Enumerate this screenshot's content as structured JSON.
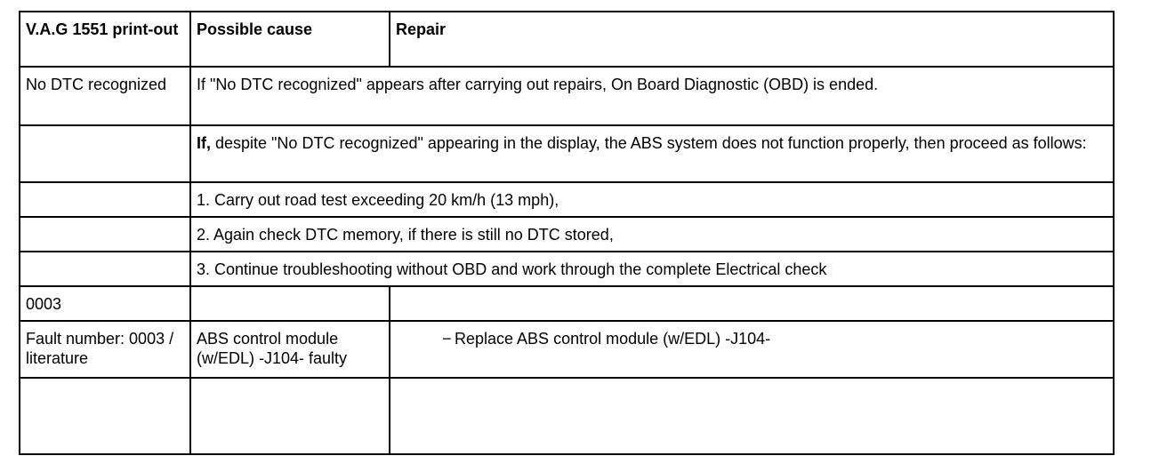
{
  "table": {
    "headers": [
      "V.A.G 1551 print-out",
      "Possible cause",
      "Repair"
    ],
    "no_dtc": {
      "printout": "No DTC recognized",
      "text": "If \"No DTC recognized\" appears after carrying out repairs, On Board Diagnostic (OBD) is ended."
    },
    "if_row": {
      "lead": "If,",
      "text": " despite \"No DTC recognized\" appearing in the display, the ABS system does not function properly, then proceed as follows:"
    },
    "steps": [
      "1. Carry out road test exceeding 20 km/h (13 mph),",
      "2. Again check DTC memory, if there is still no DTC stored,",
      "3. Continue troubleshooting without OBD and work through the complete Electrical check"
    ],
    "code_row": {
      "printout": "0003",
      "cause": "",
      "repair": ""
    },
    "fault_row": {
      "printout": "Fault number: 0003 / literature",
      "cause": "ABS control module (w/EDL) -J104- faulty",
      "repair_dash": "−",
      "repair": "Replace ABS control module (w/EDL) -J104-"
    }
  }
}
